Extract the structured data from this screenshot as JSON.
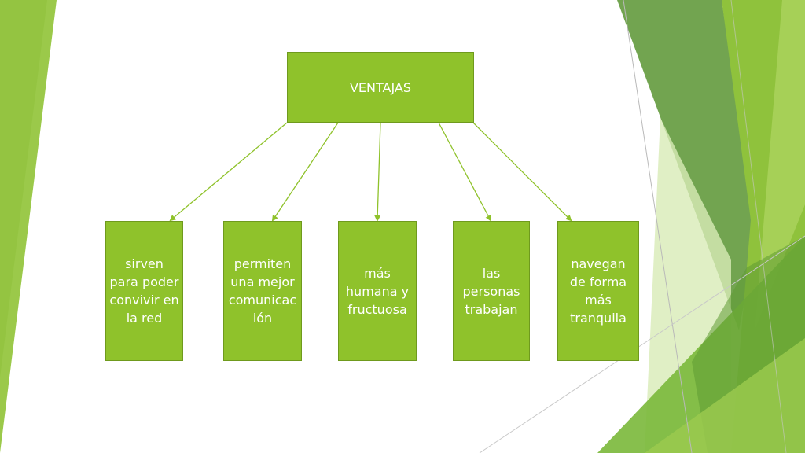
{
  "diagram": {
    "root": {
      "label": "VENTAJAS"
    },
    "children": [
      {
        "label": "sirven para poder convivir en la red"
      },
      {
        "label": "permiten una mejor comunicación"
      },
      {
        "label": "más humana y fructuosa"
      },
      {
        "label": "las personas trabajan"
      },
      {
        "label": "navegan de forma más tranquila"
      }
    ]
  },
  "colors": {
    "node_fill": "#8fc22b",
    "node_border": "#6f9a1d",
    "connector": "#8fc22b",
    "decor_light": "#a4cc4a",
    "decor_dark": "#5f9a33",
    "decor_pale": "#d5e9b0"
  }
}
